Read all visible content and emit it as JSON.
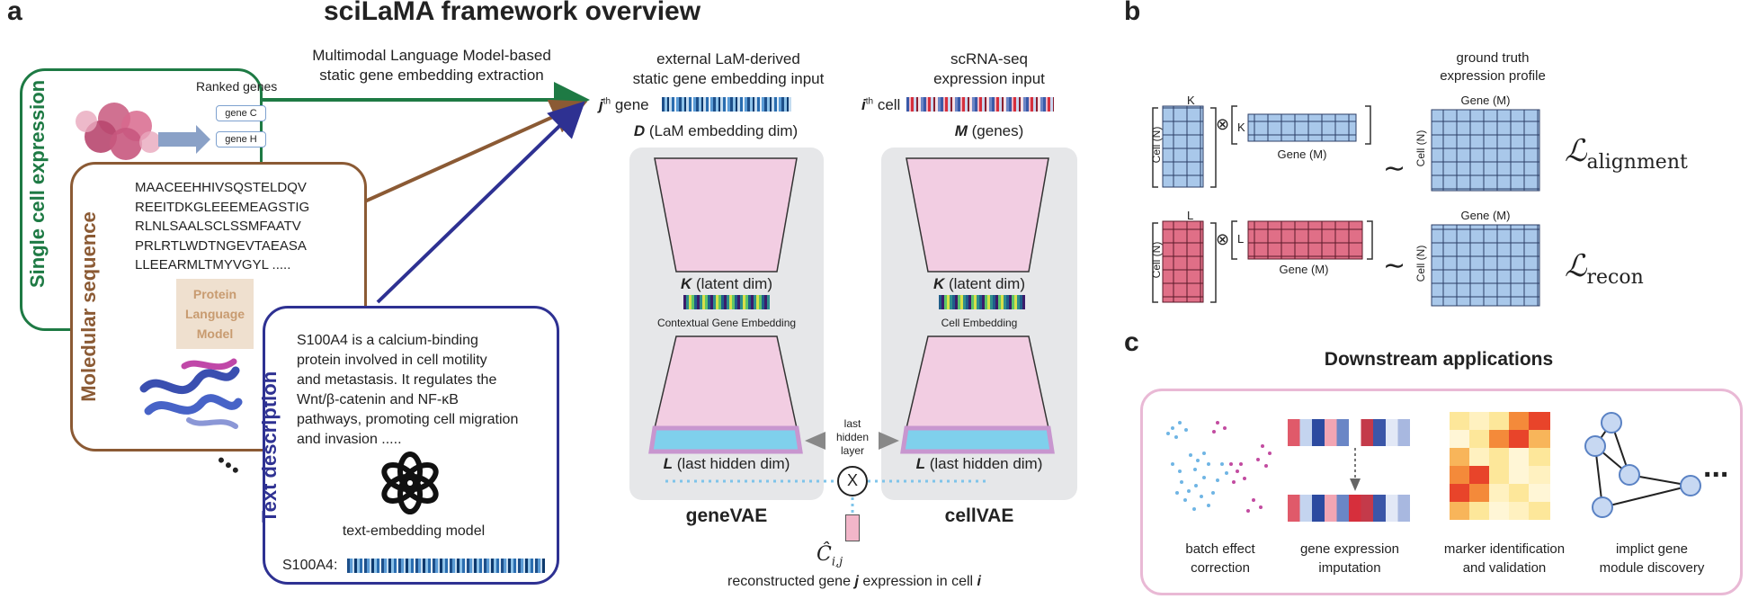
{
  "panel_a": {
    "letter": "a",
    "title": "sciLaMA framework overview",
    "arrow_caption_line1": "Multimodal Language Model-based",
    "arrow_caption_line2": "static gene embedding extraction",
    "single_cell": {
      "label": "Single cell expression",
      "ranked_title": "Ranked genes",
      "gene1": "gene C",
      "gene2": "gene H"
    },
    "molecular": {
      "label": "Moledular sequence",
      "seq": [
        "MAACEEHHIVSQSTELDQV",
        "REEITDKGLEEEMEAGSTIG",
        "RLNLSAALSCLSSMFAATV",
        "PRLRTLWDTNGEVTAEASA",
        "LLEEARMLTMYVGYL ....."
      ],
      "plm_line1": "Protein",
      "plm_line2": "Language",
      "plm_line3": "Model"
    },
    "text": {
      "label": "Text description",
      "desc": [
        "S100A4 is a calcium-binding",
        "protein involved in cell motility",
        "and metastasis. It regulates the",
        "Wnt/β-catenin and NF-κB",
        "pathways, promoting cell migration",
        "and invasion ....."
      ],
      "model": "text-embedding model",
      "gene": "S100A4:"
    },
    "ellipsis": "•••",
    "ext_header1": "external LaM-derived",
    "ext_header2": "static gene embedding input",
    "sc_header1": "scRNA-seq",
    "sc_header2": "expression input",
    "jgene_j": "j",
    "jgene_sup": "th",
    "jgene_word": "gene",
    "icell_i": "i",
    "icell_sup": "th",
    "icell_word": "cell",
    "D_letter": "D",
    "D_rest": "(LaM embedding dim)",
    "M_letter": "M",
    "M_rest": "(genes)",
    "K_letter": "K",
    "K_rest": "(latent dim)",
    "L_letter": "L",
    "L_rest": "(last hidden dim)",
    "gene_emb": "Contextual Gene Embedding",
    "cell_emb": "Cell Embedding",
    "hidden1": "last",
    "hidden2": "hidden",
    "hidden3": "layer",
    "otimes": "X",
    "geneVAE": "geneVAE",
    "cellVAE": "cellVAE",
    "chat": "Ĉ",
    "chat_sub": "i,j",
    "recon_pre": "reconstructed gene",
    "recon_j": "j",
    "recon_mid": "expression in cell",
    "recon_i": "i"
  },
  "panel_b": {
    "letter": "b",
    "gt1": "ground truth",
    "gt2": "expression profile",
    "k": "K",
    "l": "L",
    "cell_n": "Cell (N)",
    "gene_m": "Gene (M)",
    "otimes": "⊗",
    "tilde": "∼",
    "loss_L": "ℒ",
    "loss1": "alignment",
    "loss2": "recon"
  },
  "panel_c": {
    "letter": "c",
    "title": "Downstream applications",
    "app1a": "batch effect",
    "app1b": "correction",
    "app2a": "gene expression",
    "app2b": "imputation",
    "app3a": "marker identification",
    "app3b": "and validation",
    "app4a": "implict gene",
    "app4b": "module discovery",
    "ellipsis": "..."
  },
  "colors": {
    "green": "#1e7a44",
    "brown": "#8b5a34",
    "navy": "#2e3192",
    "pink": "#f2cde2",
    "cyan": "#7fd0ec",
    "blue_cell": "#a9c8ea",
    "red_cell": "#e06f87",
    "border_pink": "#e9b9d5"
  }
}
